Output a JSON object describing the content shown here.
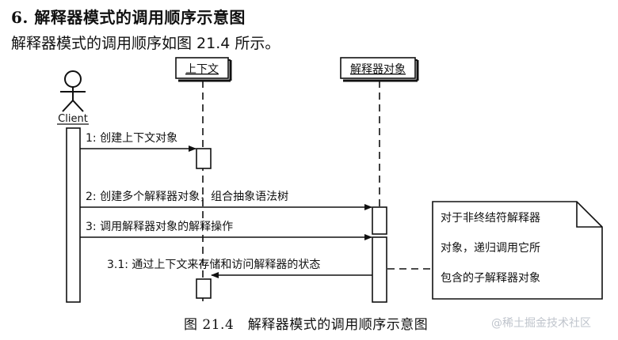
{
  "heading": "6. 解释器模式的调用顺序示意图",
  "intro": "解释器模式的调用顺序如图 21.4 所示。",
  "diagram": {
    "actor": "Client",
    "lifelines": [
      "上下文",
      "解释器对象"
    ],
    "messages": [
      "1: 创建上下文对象",
      "2: 创建多个解释器对象，组合抽象语法树",
      "3: 调用解释器对象的解释操作",
      "3.1: 通过上下文来存储和访问解释器的状态"
    ],
    "note_lines": [
      "对于非终结符解释器",
      "对象，递归调用它所",
      "包含的子解释器对象"
    ]
  },
  "caption": "图 21.4　解释器模式的调用顺序示意图",
  "watermark": "@稀土掘金技术社区"
}
